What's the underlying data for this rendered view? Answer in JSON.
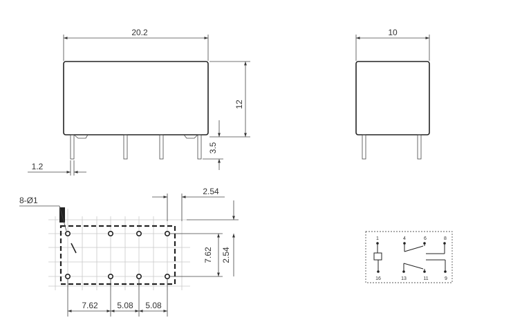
{
  "side_view": {
    "width_label": "20.2",
    "height_label": "12",
    "pin_length_label": "3.5",
    "pin_width_label": "1.2"
  },
  "end_view": {
    "width_label": "10"
  },
  "pcb_layout": {
    "hole_label": "8-Ø1",
    "pitch_top_label": "2.54",
    "row_spacing_label": "7.62",
    "offset_label": "2.54",
    "bottom_labels": [
      "7.62",
      "5.08",
      "5.08"
    ]
  },
  "schematic": {
    "pins_top": [
      "1",
      "4",
      "6",
      "8"
    ],
    "pins_bottom": [
      "16",
      "13",
      "11",
      "9"
    ]
  },
  "colors": {
    "line": "#222222",
    "grid": "#c8c8c8",
    "text": "#333333"
  }
}
